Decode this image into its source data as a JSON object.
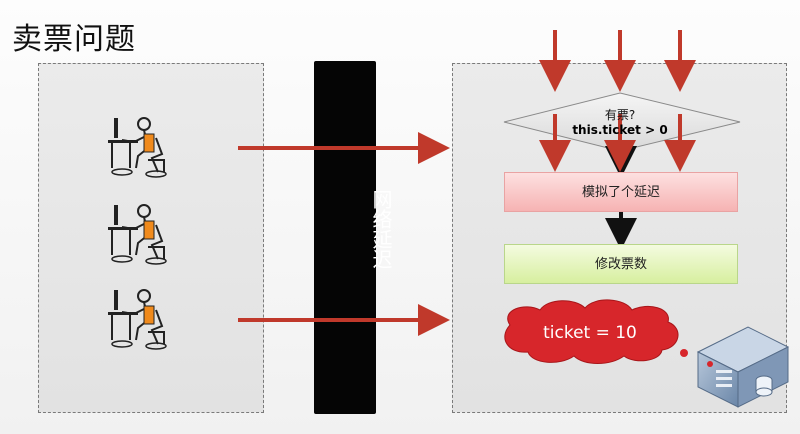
{
  "title": "卖票问题",
  "network_latency": "网络延迟",
  "flow": {
    "question": "有票?",
    "condition": "this.ticket > 0",
    "delay_step": "模拟了个延迟",
    "modify_step": "修改票数",
    "ticket_state": "ticket = 10"
  },
  "colors": {
    "arrow": "#c0392b",
    "delay_fill": "#f6b3b3",
    "modify_fill": "#d7ef9f",
    "cloud": "#d7262b"
  },
  "icons": [
    "user-at-computer-icon",
    "server-icon"
  ]
}
